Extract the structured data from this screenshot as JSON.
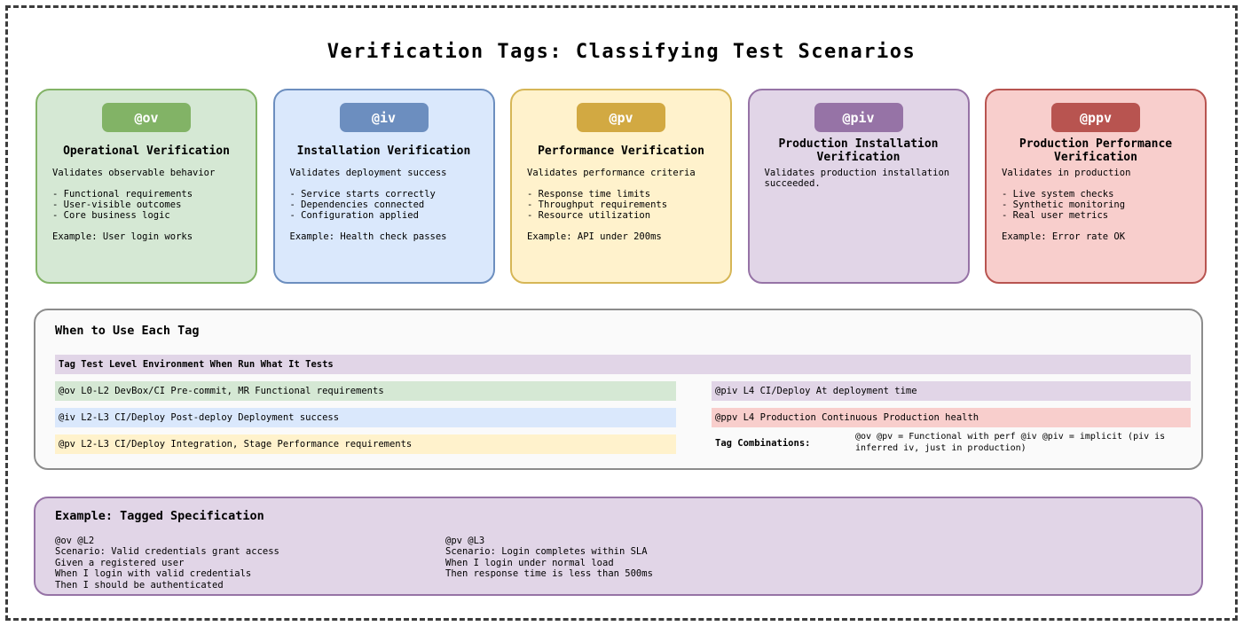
{
  "page": {
    "title": "Verification Tags: Classifying Test Scenarios",
    "frame_color": "#3c3c3c",
    "background": "#ffffff"
  },
  "cards": [
    {
      "tag": "@ov",
      "title": "Operational Verification",
      "body": "Validates observable behavior\n\n- Functional requirements\n- User-visible outcomes\n- Core business logic\n\nExample: User login works",
      "colors": {
        "fill": "#d5e8d4",
        "stroke": "#82b366",
        "badge": "#82b366"
      }
    },
    {
      "tag": "@iv",
      "title": "Installation Verification",
      "body": "Validates deployment success\n\n- Service starts correctly\n- Dependencies connected\n- Configuration applied\n\nExample: Health check passes",
      "colors": {
        "fill": "#dae8fc",
        "stroke": "#6c8ebf",
        "badge": "#6c8ebf"
      }
    },
    {
      "tag": "@pv",
      "title": "Performance Verification",
      "body": "Validates performance criteria\n\n- Response time limits\n- Throughput requirements\n- Resource utilization\n\nExample: API under 200ms",
      "colors": {
        "fill": "#fff2cc",
        "stroke": "#d6b656",
        "badge": "#d2a942"
      }
    },
    {
      "tag": "@piv",
      "title": "Production Installation\nVerification",
      "body": "Validates production installation succeeded.",
      "colors": {
        "fill": "#e1d5e7",
        "stroke": "#9673a6",
        "badge": "#9673a6"
      }
    },
    {
      "tag": "@ppv",
      "title": "Production Performance\nVerification",
      "body": "Validates in production\n\n- Live system checks\n- Synthetic monitoring\n- Real user metrics\n\nExample: Error rate OK",
      "colors": {
        "fill": "#f8cecc",
        "stroke": "#b85450",
        "badge": "#b85450"
      }
    }
  ],
  "usage": {
    "title": "When to Use Each Tag",
    "box_bg": "#fafafa",
    "box_border": "#8c8c8c",
    "header": "Tag Test Level Environment When Run What It Tests",
    "header_bg": "#e1d5e7",
    "left_rows": [
      {
        "text": "@ov L0-L2 DevBox/CI Pre-commit, MR Functional requirements",
        "bg": "#d5e8d4"
      },
      {
        "text": "@iv L2-L3 CI/Deploy Post-deploy Deployment success",
        "bg": "#dae8fc"
      },
      {
        "text": "@pv L2-L3 CI/Deploy Integration, Stage Performance requirements",
        "bg": "#fff2cc"
      }
    ],
    "right_rows": [
      {
        "text": "@piv L4 CI/Deploy At deployment time",
        "bg": "#e1d5e7"
      },
      {
        "text": "@ppv L4 Production Continuous Production health",
        "bg": "#f8cecc"
      }
    ],
    "combinations_label": "Tag Combinations:",
    "combinations_text": "@ov @pv = Functional with perf @iv @piv = implicit (piv is inferred iv, just in production)"
  },
  "example": {
    "title": "Example: Tagged Specification",
    "bg": "#e1d5e7",
    "border": "#9673a6",
    "left": "@ov @L2\nScenario: Valid credentials grant access\nGiven a registered user\nWhen I login with valid credentials\nThen I should be authenticated",
    "right": "@pv @L3\nScenario: Login completes within SLA\nWhen I login under normal load\nThen response time is less than 500ms"
  }
}
